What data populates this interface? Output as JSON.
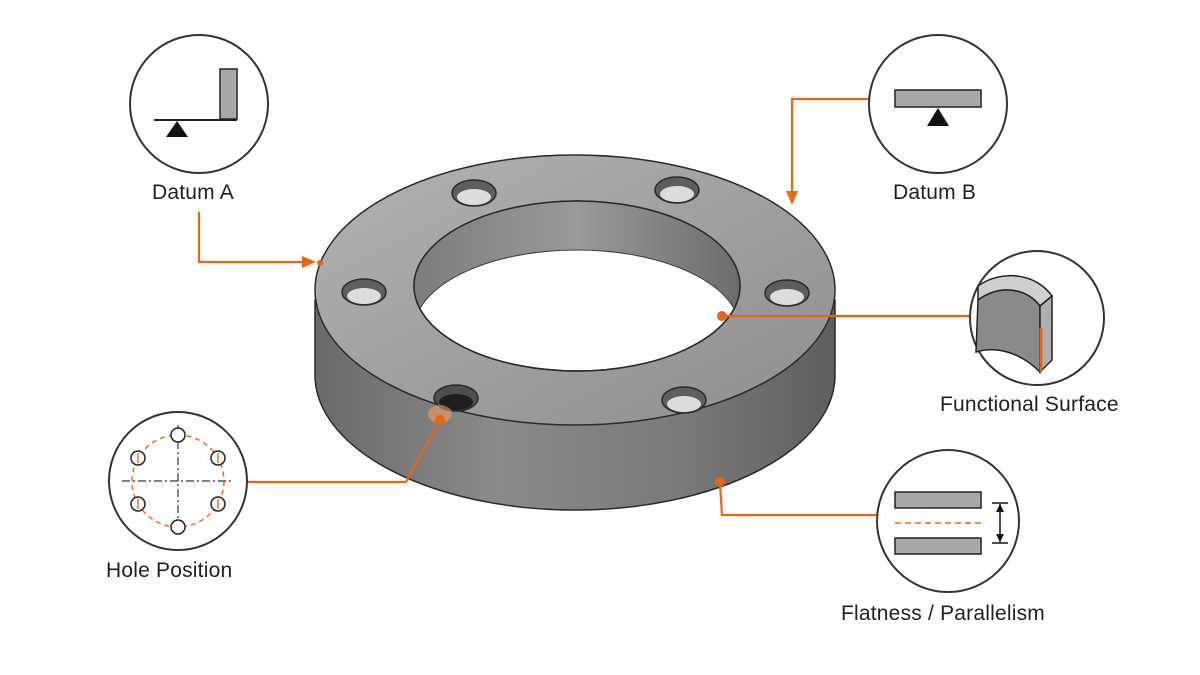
{
  "labels": {
    "datum_a": "Datum A",
    "datum_b": "Datum B",
    "functional_surface": "Functional Surface",
    "hole_position": "Hole Position",
    "flatness_parallelism": "Flatness / Parallelism"
  },
  "icons": {
    "datum_a": "datum-a-symbol-icon",
    "datum_b": "datum-b-symbol-icon",
    "functional_surface": "ring-section-icon",
    "hole_position": "bolt-circle-icon",
    "flatness_parallelism": "parallel-plates-icon"
  },
  "colors": {
    "leader": "#e8660f",
    "part_top": "#a0a0a0",
    "part_side": "#6e6e6e",
    "outline": "#2a2a2a"
  }
}
